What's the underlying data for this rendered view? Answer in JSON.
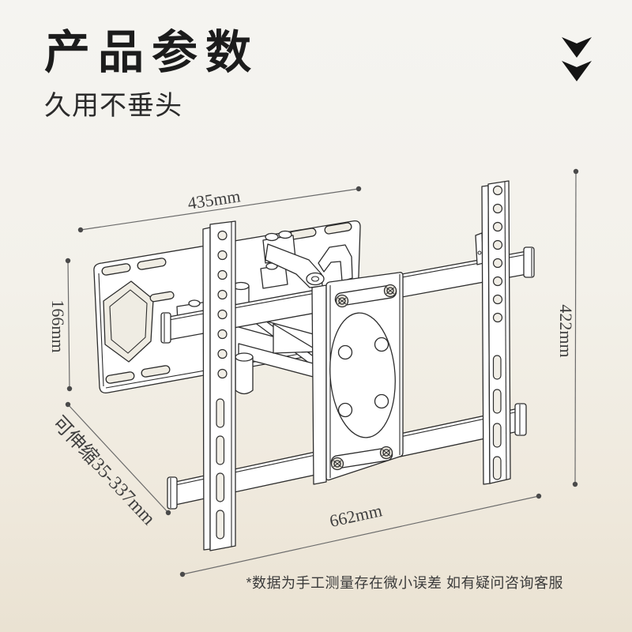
{
  "header": {
    "title": "产品参数",
    "subtitle": "久用不垂头"
  },
  "icons": {
    "scroll_hint": "double-chevron-down"
  },
  "diagram": {
    "subject": "tv-wall-mount-bracket-line-drawing",
    "dimensions": {
      "top_width": "435mm",
      "left_height": "166mm",
      "extension": "可伸缩35-337mm",
      "right_height": "422mm",
      "bottom_width": "662mm"
    }
  },
  "footer": {
    "note": "*数据为手工测量存在微小误差 如有疑问咨询客服"
  },
  "colors": {
    "background_top": "#f5f4f1",
    "background_bottom": "#eae2d2",
    "ink": "#2d2d2d",
    "dimension_line": "#6b6b6b",
    "title_text": "#1c1c1c"
  }
}
